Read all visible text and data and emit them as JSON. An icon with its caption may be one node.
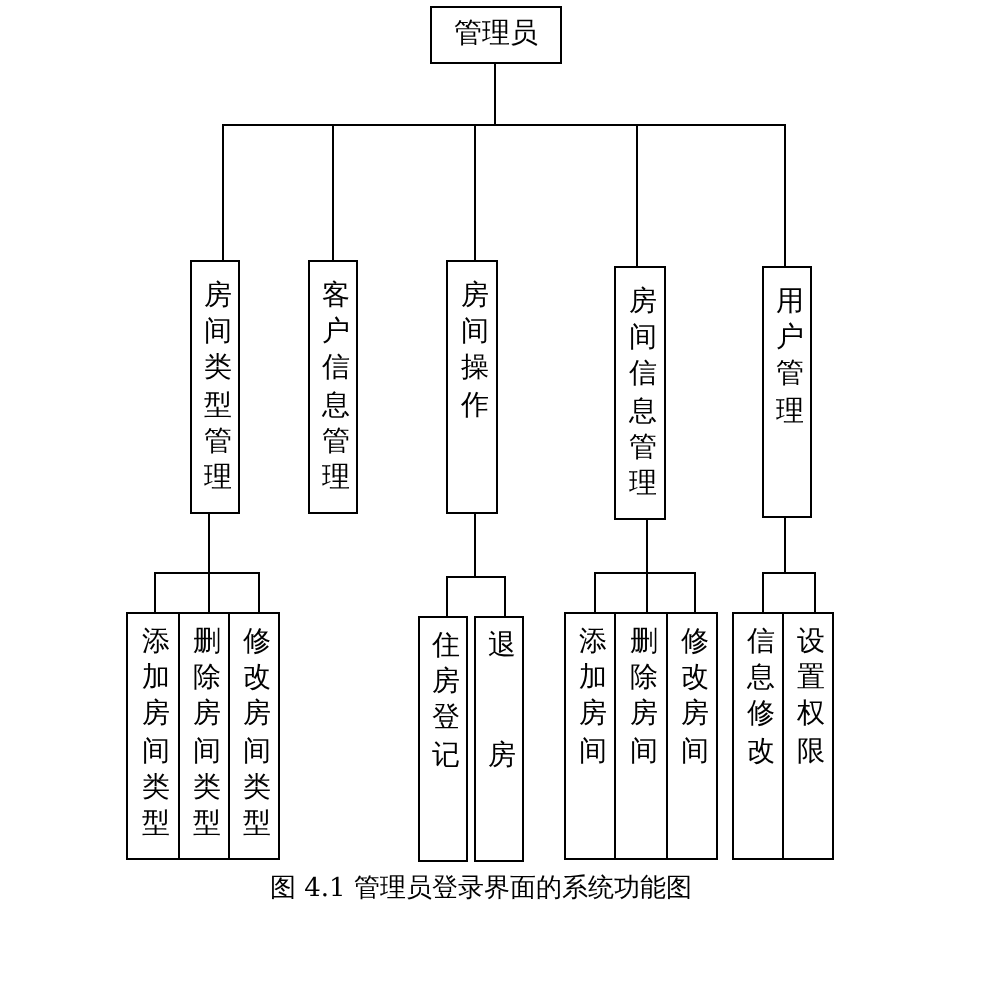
{
  "diagram": {
    "caption": "图 4.1 管理员登录界面的系统功能图",
    "nodes": [
      {
        "text": [
          "管理员"
        ]
      },
      {
        "text": [
          "房间类型管理"
        ]
      },
      {
        "text": [
          "客户信息管理"
        ]
      },
      {
        "text": [
          "房间操作"
        ]
      },
      {
        "text": [
          "房间信息管理"
        ]
      },
      {
        "text": [
          "用户管理"
        ]
      },
      {
        "text": [
          "添加房间类型"
        ]
      },
      {
        "text": [
          "删除房间类型"
        ]
      },
      {
        "text": [
          "修改房间类型"
        ]
      },
      {
        "text": [
          "住房登记"
        ]
      },
      {
        "text": [
          "退房"
        ]
      },
      {
        "text": [
          "添加房间"
        ]
      },
      {
        "text": [
          "删除房间"
        ]
      },
      {
        "text": [
          "修改房间"
        ]
      },
      {
        "text": [
          "信息修改"
        ]
      },
      {
        "text": [
          "设置权限"
        ]
      }
    ],
    "edges": [
      {
        "from": 0,
        "to": 1,
        "arrow": "none"
      },
      {
        "from": 0,
        "to": 2,
        "arrow": "none"
      },
      {
        "from": 0,
        "to": 3,
        "arrow": "none"
      },
      {
        "from": 0,
        "to": 4,
        "arrow": "none"
      },
      {
        "from": 0,
        "to": 5,
        "arrow": "none"
      },
      {
        "from": 1,
        "to": 6,
        "arrow": "none"
      },
      {
        "from": 1,
        "to": 7,
        "arrow": "none"
      },
      {
        "from": 1,
        "to": 8,
        "arrow": "none"
      },
      {
        "from": 3,
        "to": 9,
        "arrow": "none"
      },
      {
        "from": 3,
        "to": 10,
        "arrow": "none"
      },
      {
        "from": 4,
        "to": 11,
        "arrow": "none"
      },
      {
        "from": 4,
        "to": 12,
        "arrow": "none"
      },
      {
        "from": 4,
        "to": 13,
        "arrow": "none"
      },
      {
        "from": 5,
        "to": 14,
        "arrow": "none"
      },
      {
        "from": 5,
        "to": 15,
        "arrow": "none"
      }
    ]
  }
}
